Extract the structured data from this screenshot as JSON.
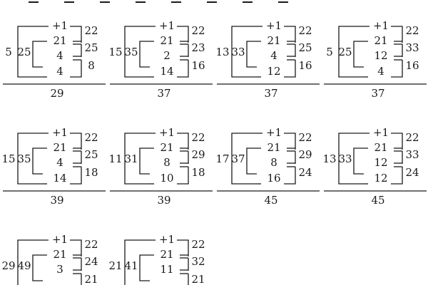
{
  "diagrams": [
    {
      "outer": "5",
      "mid": "25",
      "top": "+1",
      "n1": "21",
      "n2": "4",
      "n3": "4",
      "r1": "22",
      "r2": "25",
      "r3": "8",
      "total": "29"
    },
    {
      "outer": "15",
      "mid": "35",
      "top": "+1",
      "n1": "21",
      "n2": "2",
      "n3": "14",
      "r1": "22",
      "r2": "23",
      "r3": "16",
      "total": "37"
    },
    {
      "outer": "13",
      "mid": "33",
      "top": "+1",
      "n1": "21",
      "n2": "4",
      "n3": "12",
      "r1": "22",
      "r2": "25",
      "r3": "16",
      "total": "37"
    },
    {
      "outer": "5",
      "mid": "25",
      "top": "+1",
      "n1": "21",
      "n2": "12",
      "n3": "4",
      "r1": "22",
      "r2": "33",
      "r3": "16",
      "total": "37"
    },
    {
      "outer": "15",
      "mid": "35",
      "top": "+1",
      "n1": "21",
      "n2": "4",
      "n3": "14",
      "r1": "22",
      "r2": "25",
      "r3": "18",
      "total": "39"
    },
    {
      "outer": "11",
      "mid": "31",
      "top": "+1",
      "n1": "21",
      "n2": "8",
      "n3": "10",
      "r1": "22",
      "r2": "29",
      "r3": "18",
      "total": "39"
    },
    {
      "outer": "17",
      "mid": "37",
      "top": "+1",
      "n1": "21",
      "n2": "8",
      "n3": "16",
      "r1": "22",
      "r2": "29",
      "r3": "24",
      "total": "45"
    },
    {
      "outer": "13",
      "mid": "33",
      "top": "+1",
      "n1": "21",
      "n2": "12",
      "n3": "12",
      "r1": "22",
      "r2": "33",
      "r3": "24",
      "total": "45"
    },
    {
      "outer": "29",
      "mid": "49",
      "top": "+1",
      "n1": "21",
      "n2": "3",
      "n3": "",
      "r1": "22",
      "r2": "24",
      "r3": "21",
      "total": ""
    },
    {
      "outer": "21",
      "mid": "41",
      "top": "+1",
      "n1": "21",
      "n2": "11",
      "n3": "",
      "r1": "22",
      "r2": "32",
      "r3": "21",
      "total": ""
    }
  ]
}
